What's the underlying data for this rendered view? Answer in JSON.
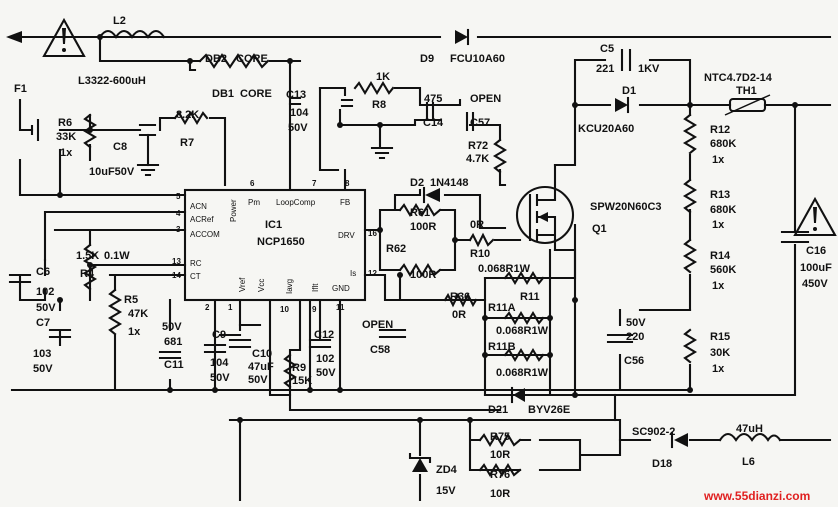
{
  "components": {
    "L2": [
      "L2",
      "L3322-600uH"
    ],
    "DB2": [
      "DB2",
      "CORE"
    ],
    "DB1": [
      "DB1",
      "CORE"
    ],
    "D9": [
      "D9",
      "FCU10A60"
    ],
    "C13": [
      "C13",
      "104",
      "50V"
    ],
    "R1K": [
      "1K"
    ],
    "R8": [
      "R8"
    ],
    "C14": [
      "475",
      "C14"
    ],
    "OPEN_TOP": [
      "OPEN"
    ],
    "C57": [
      "C57"
    ],
    "R72": [
      "R72",
      "4.7K"
    ],
    "C8": [
      "C8",
      "10uF50V"
    ],
    "R7": [
      "8.2K",
      "R7"
    ],
    "R6": [
      "R6",
      "33K",
      "1x"
    ],
    "F1": [
      "F1"
    ],
    "D2": [
      "D2",
      "1N4148"
    ],
    "R61": [
      "R61",
      "100R"
    ],
    "R62": [
      "R62",
      "100R"
    ],
    "R10": [
      "0R",
      "R10"
    ],
    "Q1": [
      "SPW20N60C3",
      "Q1"
    ],
    "C6": [
      "C6",
      "102",
      "50V"
    ],
    "C7": [
      "C7",
      "103",
      "50V"
    ],
    "R4": [
      "1.5K",
      "0.1W",
      "R4"
    ],
    "R5": [
      "R5",
      "47K",
      "1x"
    ],
    "C11": [
      "50V",
      "681",
      "C11"
    ],
    "C9": [
      "C9",
      "104",
      "50V"
    ],
    "C10": [
      "C10",
      "47uF",
      "50V"
    ],
    "R9": [
      "R9",
      "15K"
    ],
    "C12": [
      "C12",
      "102",
      "50V"
    ],
    "C58": [
      "OPEN",
      "C58"
    ],
    "R36": [
      "R36",
      "0R"
    ],
    "R11": [
      "0.068R1W",
      "R11"
    ],
    "R11A": [
      "R11A",
      "0.068R1W"
    ],
    "R11B": [
      "R11B",
      "0.068R1W"
    ],
    "D21": [
      "D21",
      "BYV26E"
    ],
    "C5": [
      "C5",
      "221",
      "1KV"
    ],
    "D1": [
      "D1",
      "KCU20A60"
    ],
    "TH1": [
      "NTC4.7D2-14",
      "TH1"
    ],
    "R12": [
      "R12",
      "680K",
      "1x"
    ],
    "R13": [
      "R13",
      "680K",
      "1x"
    ],
    "R14": [
      "R14",
      "560K",
      "1x"
    ],
    "R15": [
      "R15",
      "30K",
      "1x"
    ],
    "C56": [
      "50V",
      "220",
      "C56"
    ],
    "C16": [
      "C16",
      "100uF",
      "450V"
    ],
    "R75": [
      "R75",
      "10R"
    ],
    "R76": [
      "R76",
      "10R"
    ],
    "ZD4": [
      "ZD4",
      "15V"
    ],
    "D18": [
      "SC902-2",
      "D18"
    ],
    "L6": [
      "47uH",
      "L6"
    ]
  },
  "ic": {
    "name": "IC1",
    "part": "NCP1650",
    "pins_left": [
      [
        "5",
        "ACN"
      ],
      [
        "4",
        "ACRef"
      ],
      [
        "3",
        "ACCOM"
      ],
      [
        "13",
        "RC"
      ],
      [
        "14",
        "CT"
      ]
    ],
    "pins_top": [
      [
        "6",
        "Pm"
      ],
      [
        "7",
        "LoopComp"
      ],
      [
        "8",
        "FB"
      ]
    ],
    "pins_right": [
      [
        "16",
        "DRV"
      ],
      [
        "12",
        "Is"
      ]
    ],
    "pins_bottom": [
      [
        "2",
        "Vref"
      ],
      [
        "1",
        "Vcc"
      ],
      [
        "10",
        "Iavg"
      ],
      [
        "11",
        "Iflt"
      ],
      [
        "9",
        "GND"
      ]
    ],
    "power_label": "Power"
  },
  "watermark": "www.55dianzi.com"
}
